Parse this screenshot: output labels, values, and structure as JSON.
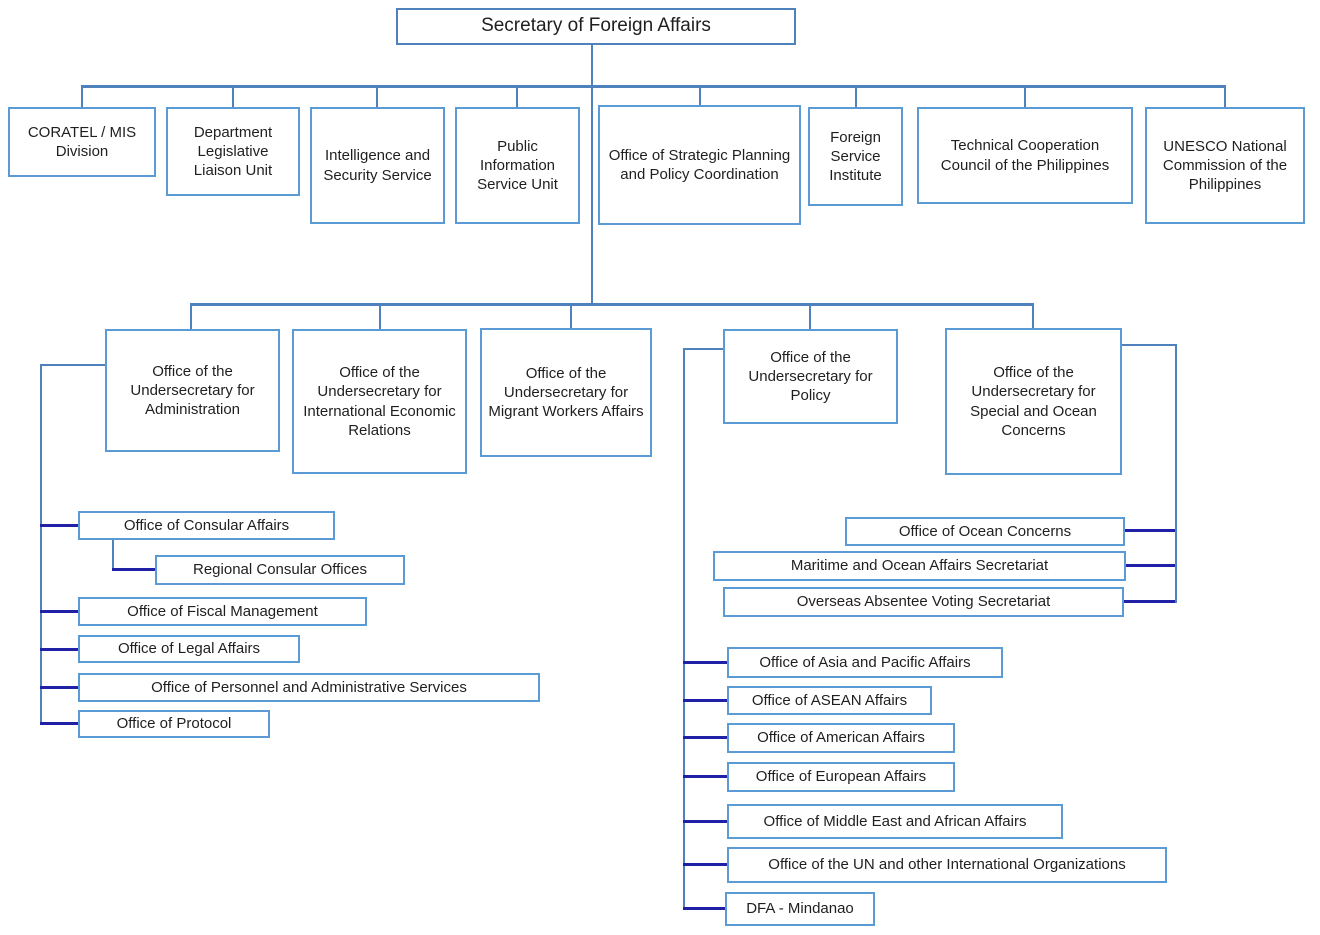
{
  "palette": {
    "box_border": "#5b9bd5",
    "tree_line": "#4f81bd",
    "stub_line": "#2121a8",
    "text": "#1f1f1f",
    "background": "#ffffff"
  },
  "org": {
    "root": "Secretary of Foreign Affairs",
    "staff_offices": [
      "CORATEL / MIS Division",
      "Department Legislative Liaison Unit",
      "Intelligence and Security Service",
      "Public Information Service Unit",
      "Office of Strategic Planning and Policy Coordination",
      "Foreign Service Institute",
      "Technical Cooperation Council of the Philippines",
      "UNESCO National Commission of the Philippines"
    ],
    "undersecretaries": [
      "Office of the Undersecretary for Administration",
      "Office of the Undersecretary for International Economic Relations",
      "Office of the Undersecretary for Migrant Workers Affairs",
      "Office of the Undersecretary for Policy",
      "Office of the Undersecretary for Special and Ocean Concerns"
    ],
    "administration_offices": [
      "Office of Consular Affairs",
      "Regional Consular Offices",
      "Office of Fiscal Management",
      "Office of Legal Affairs",
      "Office of Personnel and Administrative Services",
      "Office of Protocol"
    ],
    "special_ocean_offices": [
      "Office of Ocean Concerns",
      "Maritime and Ocean Affairs Secretariat",
      "Overseas Absentee Voting Secretariat"
    ],
    "policy_offices": [
      "Office of Asia and Pacific Affairs",
      "Office of ASEAN Affairs",
      "Office of American Affairs",
      "Office of European Affairs",
      "Office of Middle East and African Affairs",
      "Office of the UN and other International Organizations",
      "DFA - Mindanao"
    ]
  }
}
